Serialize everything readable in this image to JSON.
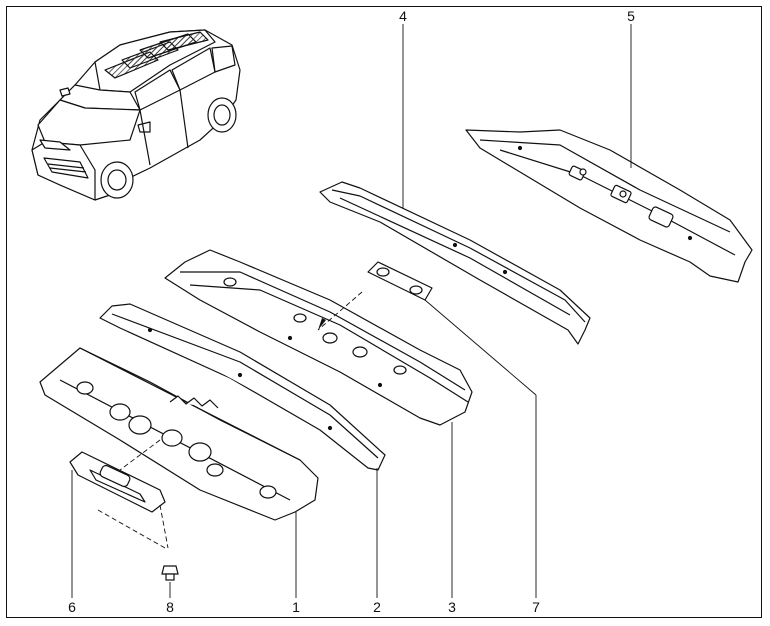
{
  "diagram": {
    "callouts": [
      "1",
      "2",
      "3",
      "4",
      "5",
      "6",
      "7",
      "8"
    ],
    "parts": [
      {
        "id": "1"
      },
      {
        "id": "2"
      },
      {
        "id": "3"
      },
      {
        "id": "4"
      },
      {
        "id": "5"
      },
      {
        "id": "6"
      },
      {
        "id": "7"
      },
      {
        "id": "8"
      }
    ],
    "car_view": "vehicle-overview"
  }
}
